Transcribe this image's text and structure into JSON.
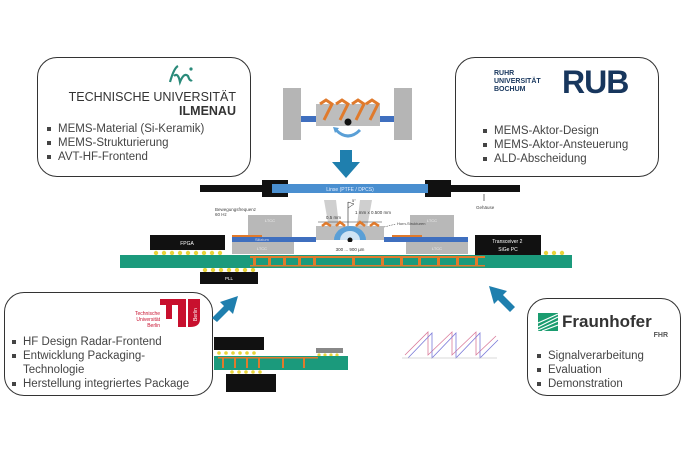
{
  "partners": {
    "tu_ilmenau": {
      "logo_line1": "TECHNISCHE UNIVERSITÄT",
      "logo_line2": "ILMENAU",
      "items": [
        "MEMS-Material (Si-Keramik)",
        "MEMS-Strukturierung",
        "AVT-HF-Frontend"
      ]
    },
    "rub": {
      "logo_small": [
        "RUHR",
        "UNIVERSITÄT",
        "BOCHUM"
      ],
      "logo_big": "RUB",
      "items": [
        "MEMS-Aktor-Design",
        "MEMS-Aktor-Ansteuerung",
        "ALD-Abscheidung"
      ]
    },
    "tu_berlin": {
      "logo_small": [
        "Technische",
        "Universität",
        "Berlin"
      ],
      "logo_vertical": "Berlin",
      "items": [
        "HF Design  Radar-Frontend",
        "Entwicklung Packaging-",
        "Technologie",
        "Herstellung integriertes Package"
      ]
    },
    "fraunhofer": {
      "logo_name": "Fraunhofer",
      "logo_sub": "FHR",
      "items": [
        "Signalverarbeitung",
        "Evaluation",
        "Demonstration"
      ]
    }
  },
  "diagram": {
    "lens_label": "Linse (PTFE / DPCS)",
    "housing_label": "Gehäuse",
    "frequency_label": [
      "Bewegungsfrequenz",
      "60 Hz"
    ],
    "dimension_1": "1 mm x 0.500 mm",
    "dimension_2": "0.5 mm",
    "angle": "5°",
    "structure_label": "Horn-Strukturen",
    "silicon_label": "Silizium",
    "ltcc_labels": [
      "LTCC",
      "LTCC",
      "LTCC",
      "LTCC"
    ],
    "gap_label": "300 ... 900 µm",
    "fpga_label": "FPGA",
    "transceiver_label": [
      "Transceiver 2",
      "SiGe PC"
    ],
    "pll_label": "PLL"
  },
  "colors": {
    "blue_arrow": "#1f7fae",
    "substrate_green": "#1b9a7c",
    "copper": "#e07a2c",
    "silicon_blue": "#3f6fbf",
    "tu_berlin_red": "#c8102e",
    "rub_blue": "#17365d",
    "fraunhofer_green": "#1a9c6f"
  }
}
